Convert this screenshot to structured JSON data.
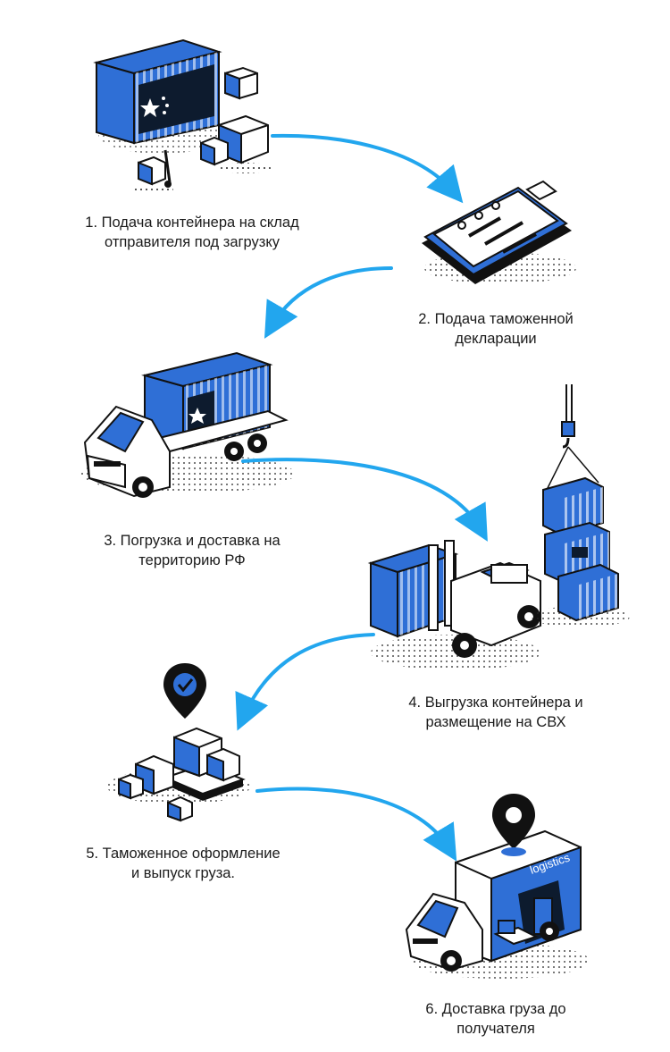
{
  "steps": [
    {
      "line1": "1. Подача контейнера на склад",
      "line2": "отправителя под загрузку"
    },
    {
      "line1": "2. Подача таможенной",
      "line2": "декларации"
    },
    {
      "line1": "3. Погрузка и доставка на",
      "line2": "территорию РФ"
    },
    {
      "line1": "4. Выгрузка контейнера и",
      "line2": "размещение на СВХ"
    },
    {
      "line1": "5. Таможенное оформление",
      "line2": "и выпуск груза."
    },
    {
      "line1": "6. Доставка груза до",
      "line2": "получателя"
    }
  ],
  "truck_brand": "logistics",
  "colors": {
    "accent_blue": "#2f6fd6",
    "arrow": "#22a6ee",
    "ink": "#111111"
  },
  "icons": [
    "shipping-container-icon",
    "customs-declaration-clipboard-icon",
    "container-truck-icon",
    "container-forklift-icon",
    "cleared-cargo-pallet-icon",
    "delivery-truck-icon"
  ]
}
